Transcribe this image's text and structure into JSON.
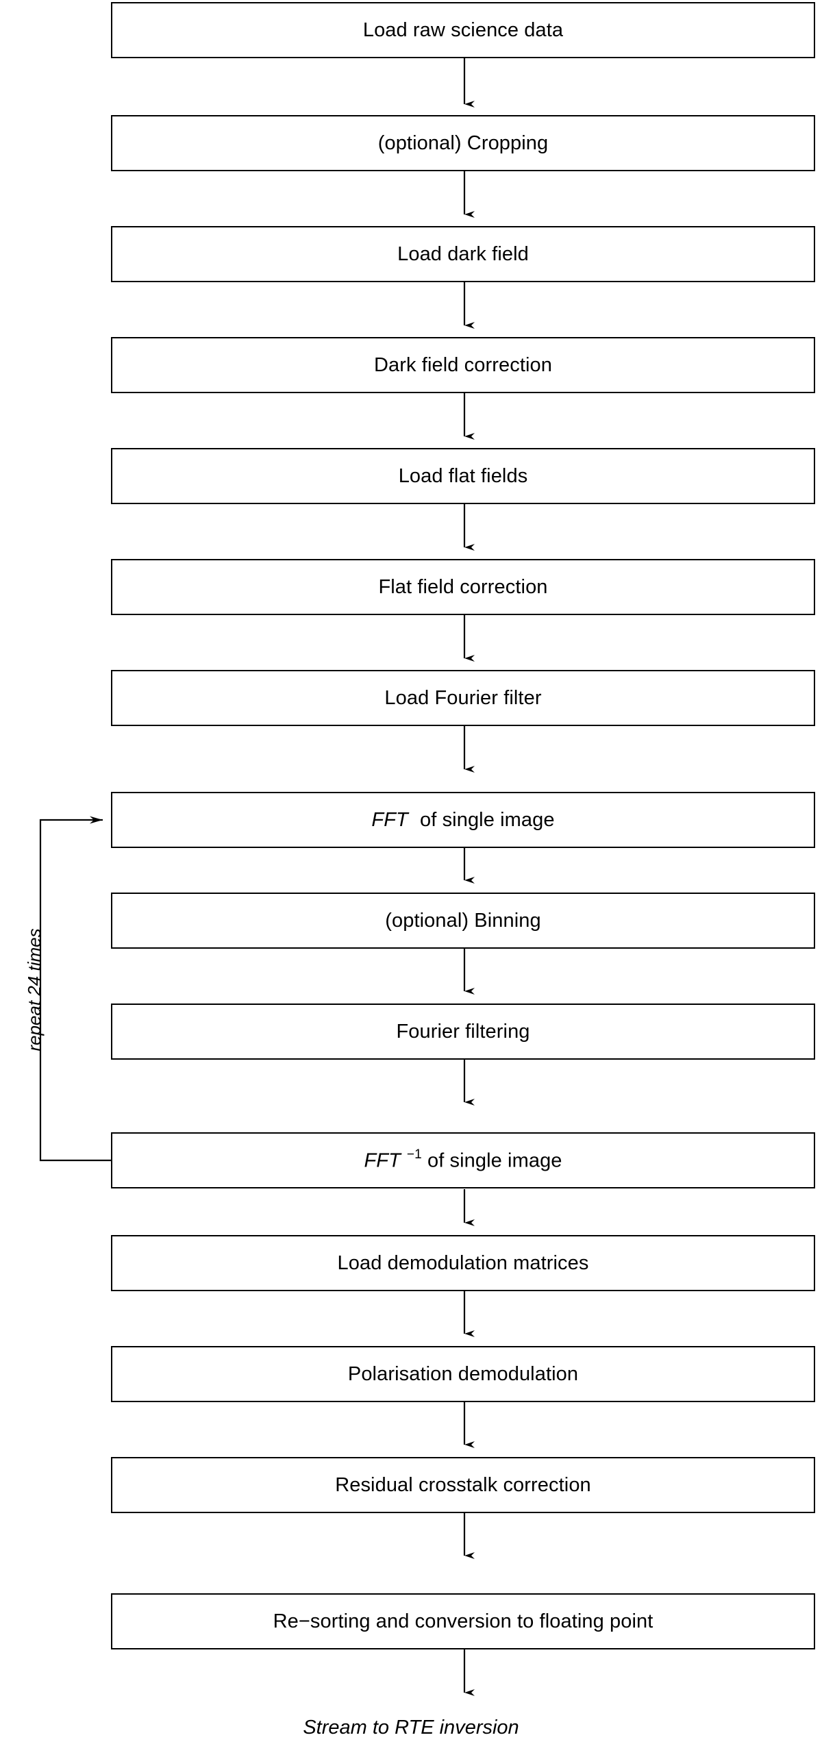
{
  "diagram": {
    "title": "Image processing pipeline flowchart",
    "background_color": "#ffffff",
    "line_color": "#000000",
    "text_color": "#000000",
    "nodes": [
      {
        "id": "load-raw-science-data",
        "label": "Load raw science data"
      },
      {
        "id": "optional-cropping",
        "label": "(optional) Cropping"
      },
      {
        "id": "load-dark-field",
        "label": "Load dark field"
      },
      {
        "id": "dark-field-correction",
        "label": "Dark field correction"
      },
      {
        "id": "load-flat-fields",
        "label": "Load flat fields"
      },
      {
        "id": "flat-field-correction",
        "label": "Flat field correction"
      },
      {
        "id": "load-fourier-filter",
        "label": "Load Fourier filter"
      },
      {
        "id": "fft-of-single-image",
        "label": "FFT of single image",
        "label_italic_prefix": "FFT",
        "label_rest": "of single image"
      },
      {
        "id": "optional-binning",
        "label": "(optional) Binning"
      },
      {
        "id": "fourier-filtering",
        "label": "Fourier filtering"
      },
      {
        "id": "inverse-fft-of-single-image",
        "label": "FFT −1 of single image",
        "label_italic_prefix": "FFT",
        "label_superscript": "−1",
        "label_rest": "of single image"
      },
      {
        "id": "load-demodulation-matrices",
        "label": "Load demodulation matrices"
      },
      {
        "id": "polarisation-demodulation",
        "label": "Polarisation demodulation"
      },
      {
        "id": "residual-crosstalk-correction",
        "label": "Residual crosstalk correction"
      },
      {
        "id": "re-sorting-and-conversion",
        "label": "Re−sorting and conversion to floating point"
      }
    ],
    "terminal": {
      "id": "stream-to-rte-inversion",
      "label": "Stream to RTE inversion"
    },
    "loop": {
      "id": "repeat-loop",
      "label": "repeat 24 times",
      "from_node": "inverse-fft-of-single-image",
      "to_node": "fft-of-single-image",
      "repeat_count": 24
    }
  }
}
